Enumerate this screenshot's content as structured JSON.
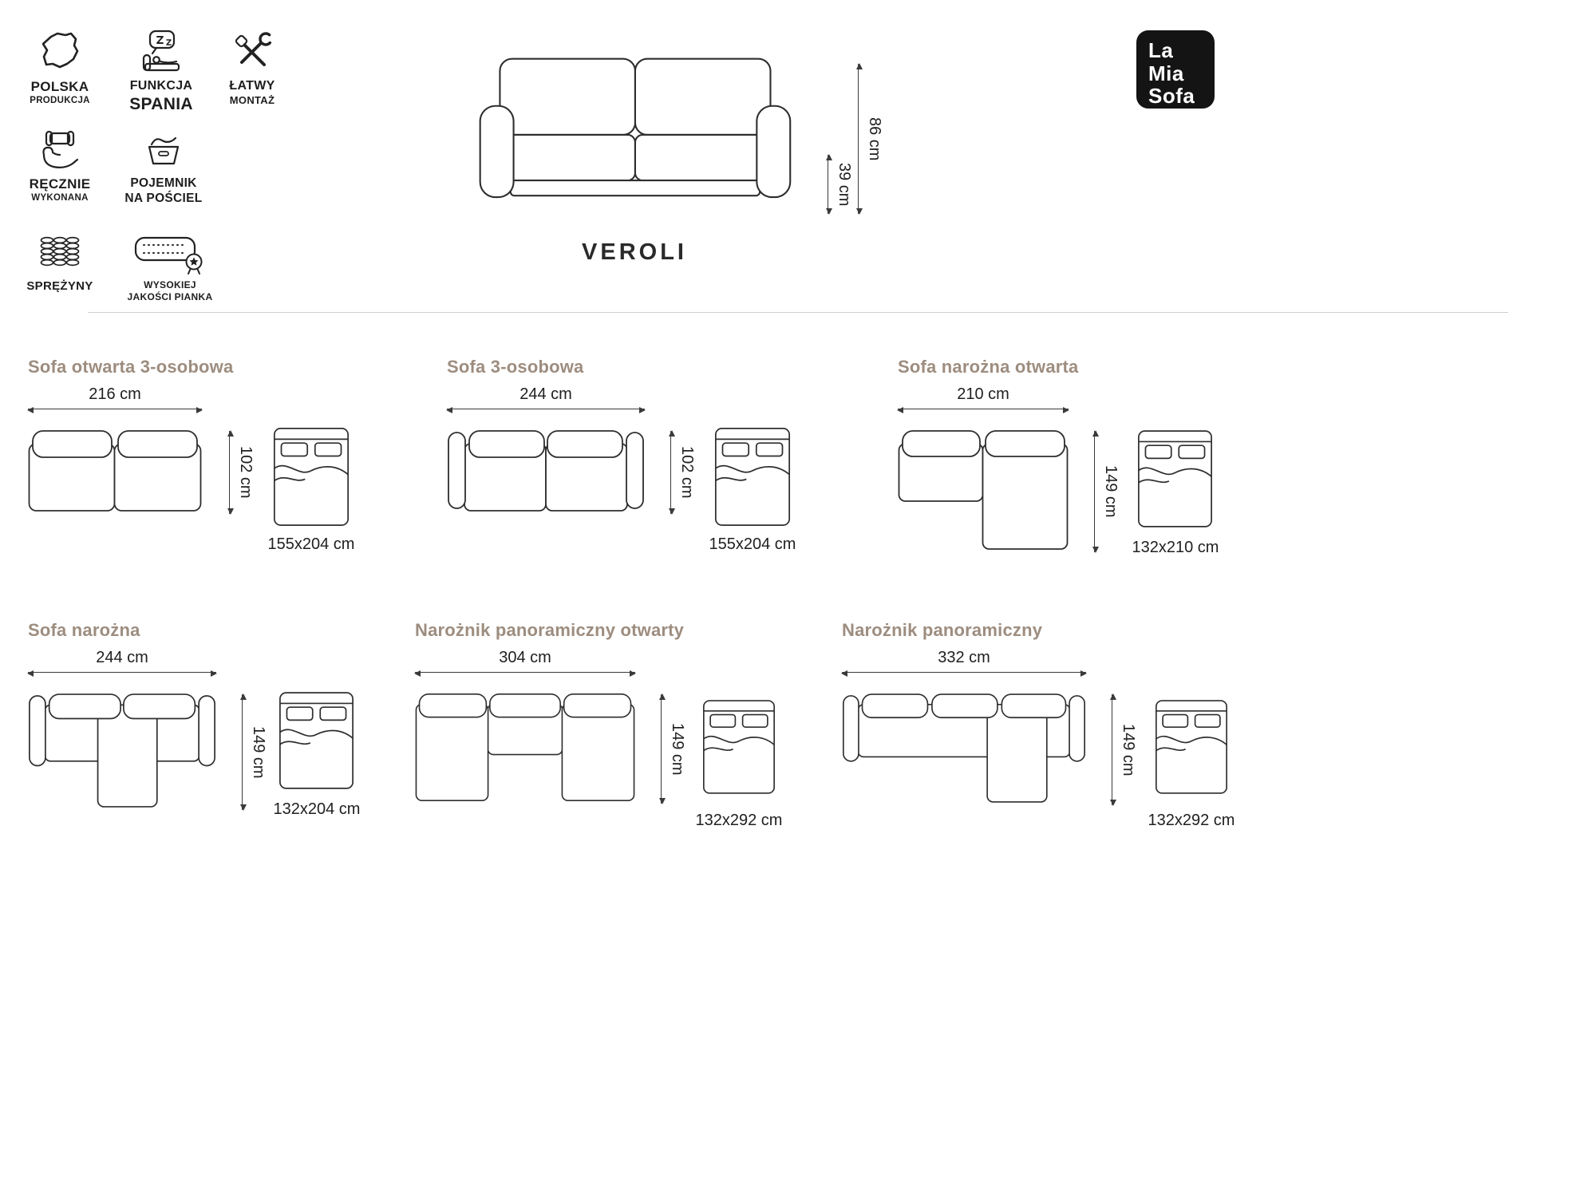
{
  "brand": {
    "name": "La Mia Sofa",
    "lines": [
      "La",
      "Mia",
      "Sofa"
    ]
  },
  "product": {
    "title": "VEROLI"
  },
  "features": [
    {
      "icon": "poland-map-icon",
      "label": "POLSKA",
      "sublabel": "PRODUKCJA"
    },
    {
      "icon": "sleep-function-icon",
      "label": "FUNKCJA",
      "sublabel": "SPANIA"
    },
    {
      "icon": "easy-assembly-icon",
      "label": "ŁATWY",
      "sublabel": "MONTAŻ"
    },
    {
      "icon": "handmade-icon",
      "label": "RĘCZNIE",
      "sublabel": "WYKONANA"
    },
    {
      "icon": "bedding-storage-icon",
      "label": "POJEMNIK",
      "sublabel": "NA POŚCIEL"
    },
    {
      "icon": "springs-icon",
      "label": "SPRĘŻYNY",
      "sublabel": ""
    },
    {
      "icon": "foam-quality-icon",
      "label": "WYSOKIEJ",
      "sublabel": "JAKOŚCI PIANKA"
    }
  ],
  "front_view": {
    "total_height": "86 cm",
    "seat_height": "39 cm"
  },
  "configurations": [
    {
      "name": "Sofa otwarta 3-osobowa",
      "width": "216 cm",
      "depth": "102 cm",
      "bed_size": "155x204 cm"
    },
    {
      "name": "Sofa 3-osobowa",
      "width": "244 cm",
      "depth": "102 cm",
      "bed_size": "155x204 cm"
    },
    {
      "name": "Sofa narożna otwarta",
      "width": "210 cm",
      "depth": "149 cm",
      "bed_size": "132x210 cm"
    },
    {
      "name": "Sofa narożna",
      "width": "244 cm",
      "depth": "149 cm",
      "bed_size": "132x204 cm"
    },
    {
      "name": "Narożnik panoramiczny otwarty",
      "width": "304 cm",
      "depth": "149 cm",
      "bed_size": "132x292 cm"
    },
    {
      "name": "Narożnik panoramiczny",
      "width": "332 cm",
      "depth": "149 cm",
      "bed_size": "132x292 cm"
    }
  ],
  "colors": {
    "accent_title": "#9d8d7f",
    "line_art": "#2e2e2e",
    "logo_bg": "#141414"
  }
}
